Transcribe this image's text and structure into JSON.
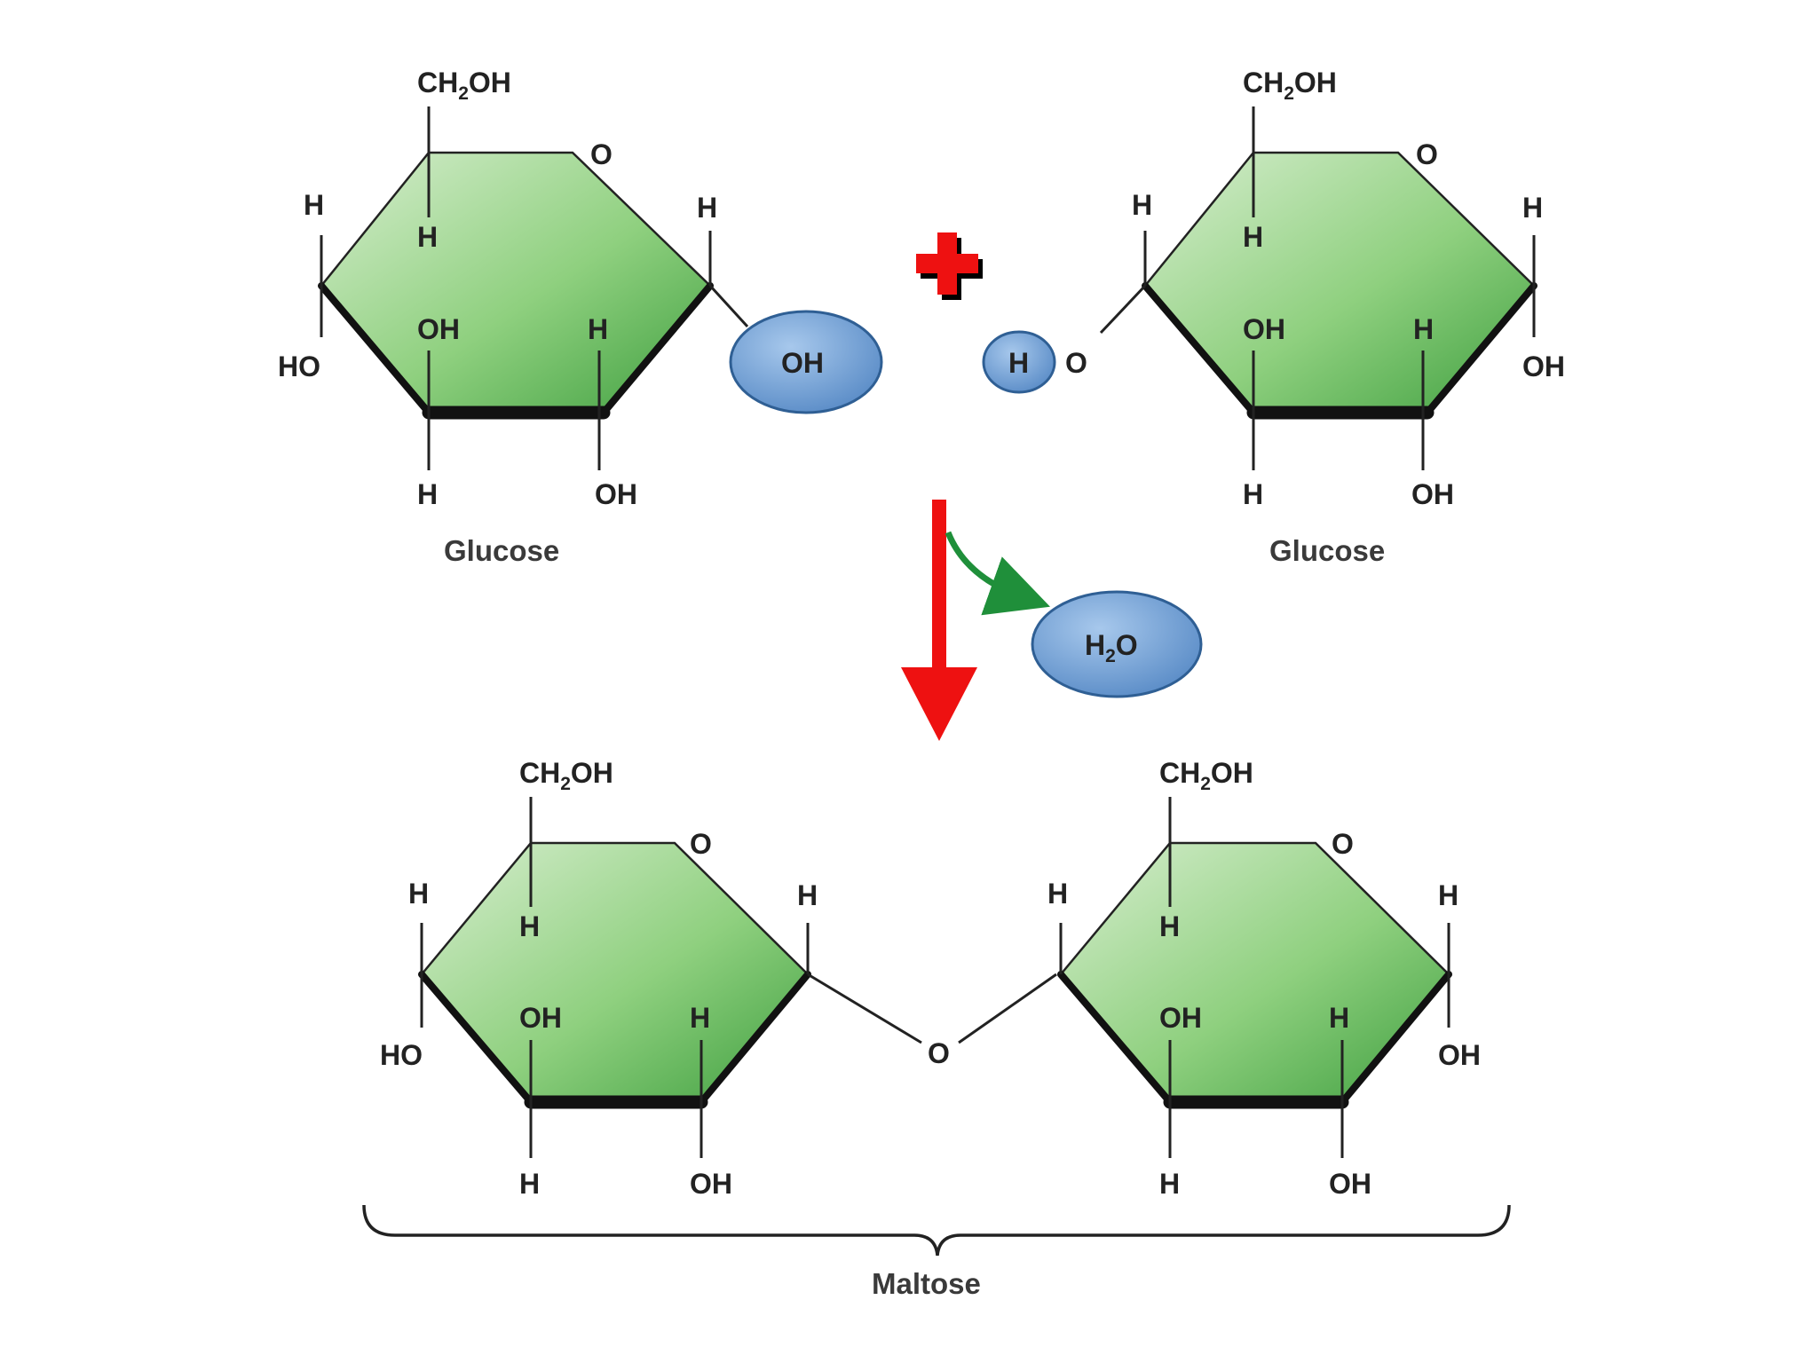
{
  "labels": {
    "ch2oh_prefix": "CH",
    "ch2oh_sub": "2",
    "ch2oh_suffix": "OH",
    "ring_o": "O",
    "h": "H",
    "oh": "OH",
    "ho": "HO",
    "o": "O",
    "h2o_prefix": "H",
    "h2o_sub": "2",
    "h2o_suffix": "O"
  },
  "reactant_left_name": "Glucose",
  "reactant_right_name": "Glucose",
  "product_name": "Maltose",
  "plus_sign": "+",
  "colors": {
    "ring_fill_light": "#d4eccb",
    "ring_fill_dark": "#4fae4d",
    "ellipse_fill": "#6f9fd3",
    "plus_red": "#ee1111",
    "arrow_red": "#ee1111",
    "arrow_green": "#1f8f3a"
  }
}
